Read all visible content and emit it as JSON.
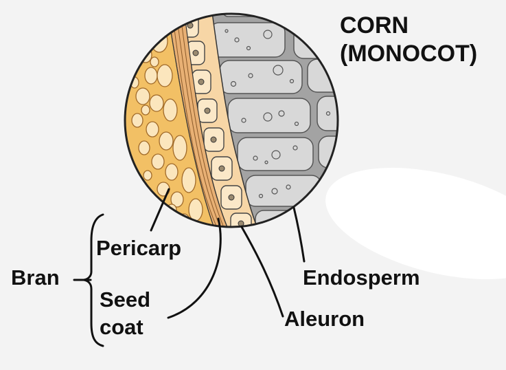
{
  "title": {
    "line1": "CORN",
    "line2": "(MONOCOT)"
  },
  "labels": {
    "pericarp": "Pericarp",
    "bran": "Bran",
    "seed": "Seed",
    "coat": "coat",
    "endosperm": "Endosperm",
    "aleuron": "Aleuron"
  },
  "colors": {
    "pericarp": "#f3c46c",
    "pericarp_cell": "#fbe7bf",
    "seed_coat": "#e8b278",
    "aleurone": "#f7d9ae",
    "endosperm_wall": "#9a9a9a",
    "endosperm_cell": "#d7d7d7",
    "outline": "#222222",
    "background": "#f3f3f3"
  }
}
